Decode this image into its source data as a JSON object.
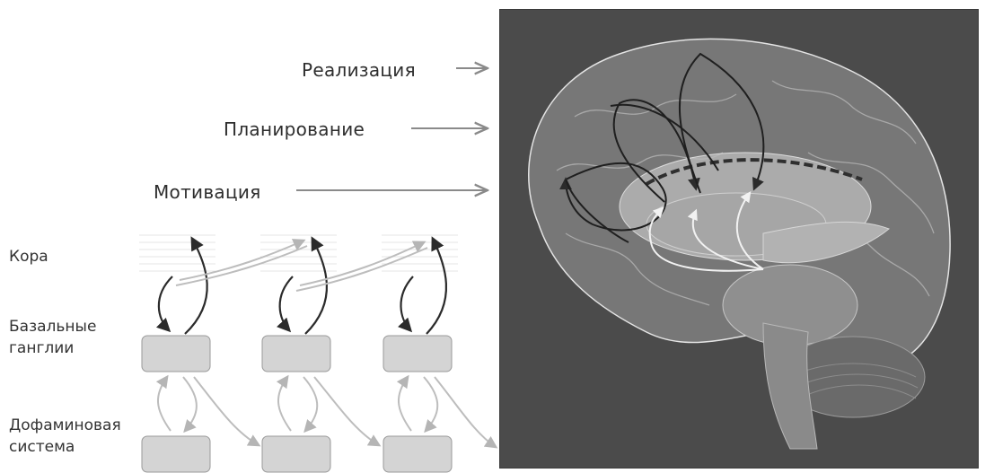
{
  "levels": {
    "realization": "Реализация",
    "planning": "Планирование",
    "motivation": "Мотивация"
  },
  "rows": {
    "cortex": "Кора",
    "basal_ganglia_line1": "Базальные",
    "basal_ganglia_line2": "ганглии",
    "dopamine_line1": "Дофаминовая",
    "dopamine_line2": "система"
  },
  "colors": {
    "panel_bg": "#4b4b4b",
    "box_fill": "#d4d4d4",
    "dark_arrow": "#2b2b2b",
    "light_arrow": "#bdbdbd",
    "pointer_arrow": "#8a8a8a"
  }
}
